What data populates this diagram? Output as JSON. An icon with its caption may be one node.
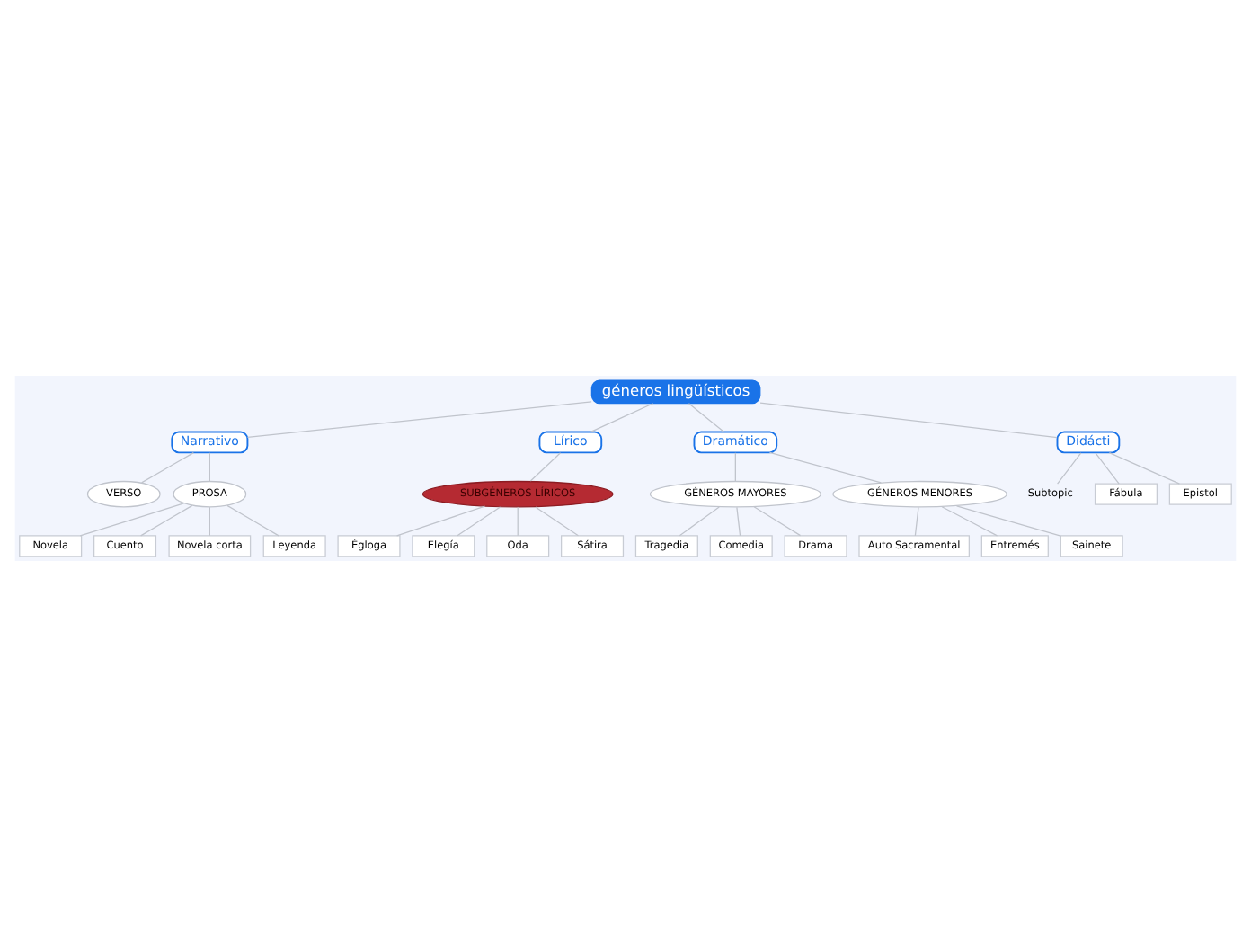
{
  "diagram": {
    "nodes": [
      {
        "text": [
          "géneros lingüísticos"
        ]
      },
      {
        "text": [
          "Narrativo"
        ]
      },
      {
        "text": [
          "Lírico"
        ]
      },
      {
        "text": [
          "Dramático"
        ]
      },
      {
        "text": [
          "Didácti"
        ]
      },
      {
        "text": [
          "VERSO"
        ]
      },
      {
        "text": [
          "PROSA"
        ]
      },
      {
        "text": [
          "Novela"
        ]
      },
      {
        "text": [
          "Cuento"
        ]
      },
      {
        "text": [
          "Novela corta"
        ]
      },
      {
        "text": [
          "Leyenda"
        ]
      },
      {
        "text": [
          "SUBGÉNEROS LÍRICOS"
        ]
      },
      {
        "text": [
          "Égloga"
        ]
      },
      {
        "text": [
          "Elegía"
        ]
      },
      {
        "text": [
          "Oda"
        ]
      },
      {
        "text": [
          "Sátira"
        ]
      },
      {
        "text": [
          "GÉNEROS MAYORES"
        ]
      },
      {
        "text": [
          "GÉNEROS MENORES"
        ]
      },
      {
        "text": [
          "Tragedia"
        ]
      },
      {
        "text": [
          "Comedia"
        ]
      },
      {
        "text": [
          "Drama"
        ]
      },
      {
        "text": [
          "Auto Sacramental"
        ]
      },
      {
        "text": [
          "Entremés"
        ]
      },
      {
        "text": [
          "Sainete"
        ]
      },
      {
        "text": [
          "Subtopic"
        ]
      },
      {
        "text": [
          "Fábula"
        ]
      },
      {
        "text": [
          "Epistol"
        ]
      }
    ],
    "edges": [
      {
        "from": 0,
        "to": 1,
        "arrow": "none"
      },
      {
        "from": 0,
        "to": 2,
        "arrow": "none"
      },
      {
        "from": 0,
        "to": 3,
        "arrow": "none"
      },
      {
        "from": 0,
        "to": 4,
        "arrow": "none"
      },
      {
        "from": 1,
        "to": 5,
        "arrow": "none"
      },
      {
        "from": 1,
        "to": 6,
        "arrow": "none"
      },
      {
        "from": 6,
        "to": 7,
        "arrow": "none"
      },
      {
        "from": 6,
        "to": 8,
        "arrow": "none"
      },
      {
        "from": 6,
        "to": 9,
        "arrow": "none"
      },
      {
        "from": 6,
        "to": 10,
        "arrow": "none"
      },
      {
        "from": 2,
        "to": 11,
        "arrow": "none"
      },
      {
        "from": 11,
        "to": 12,
        "arrow": "none"
      },
      {
        "from": 11,
        "to": 13,
        "arrow": "none"
      },
      {
        "from": 11,
        "to": 14,
        "arrow": "none"
      },
      {
        "from": 11,
        "to": 15,
        "arrow": "none"
      },
      {
        "from": 3,
        "to": 16,
        "arrow": "none"
      },
      {
        "from": 3,
        "to": 17,
        "arrow": "none"
      },
      {
        "from": 16,
        "to": 18,
        "arrow": "none"
      },
      {
        "from": 16,
        "to": 19,
        "arrow": "none"
      },
      {
        "from": 16,
        "to": 20,
        "arrow": "none"
      },
      {
        "from": 17,
        "to": 21,
        "arrow": "none"
      },
      {
        "from": 17,
        "to": 22,
        "arrow": "none"
      },
      {
        "from": 17,
        "to": 23,
        "arrow": "none"
      },
      {
        "from": 4,
        "to": 24,
        "arrow": "none"
      },
      {
        "from": 4,
        "to": 25,
        "arrow": "none"
      },
      {
        "from": 4,
        "to": 26,
        "arrow": "none"
      }
    ]
  }
}
